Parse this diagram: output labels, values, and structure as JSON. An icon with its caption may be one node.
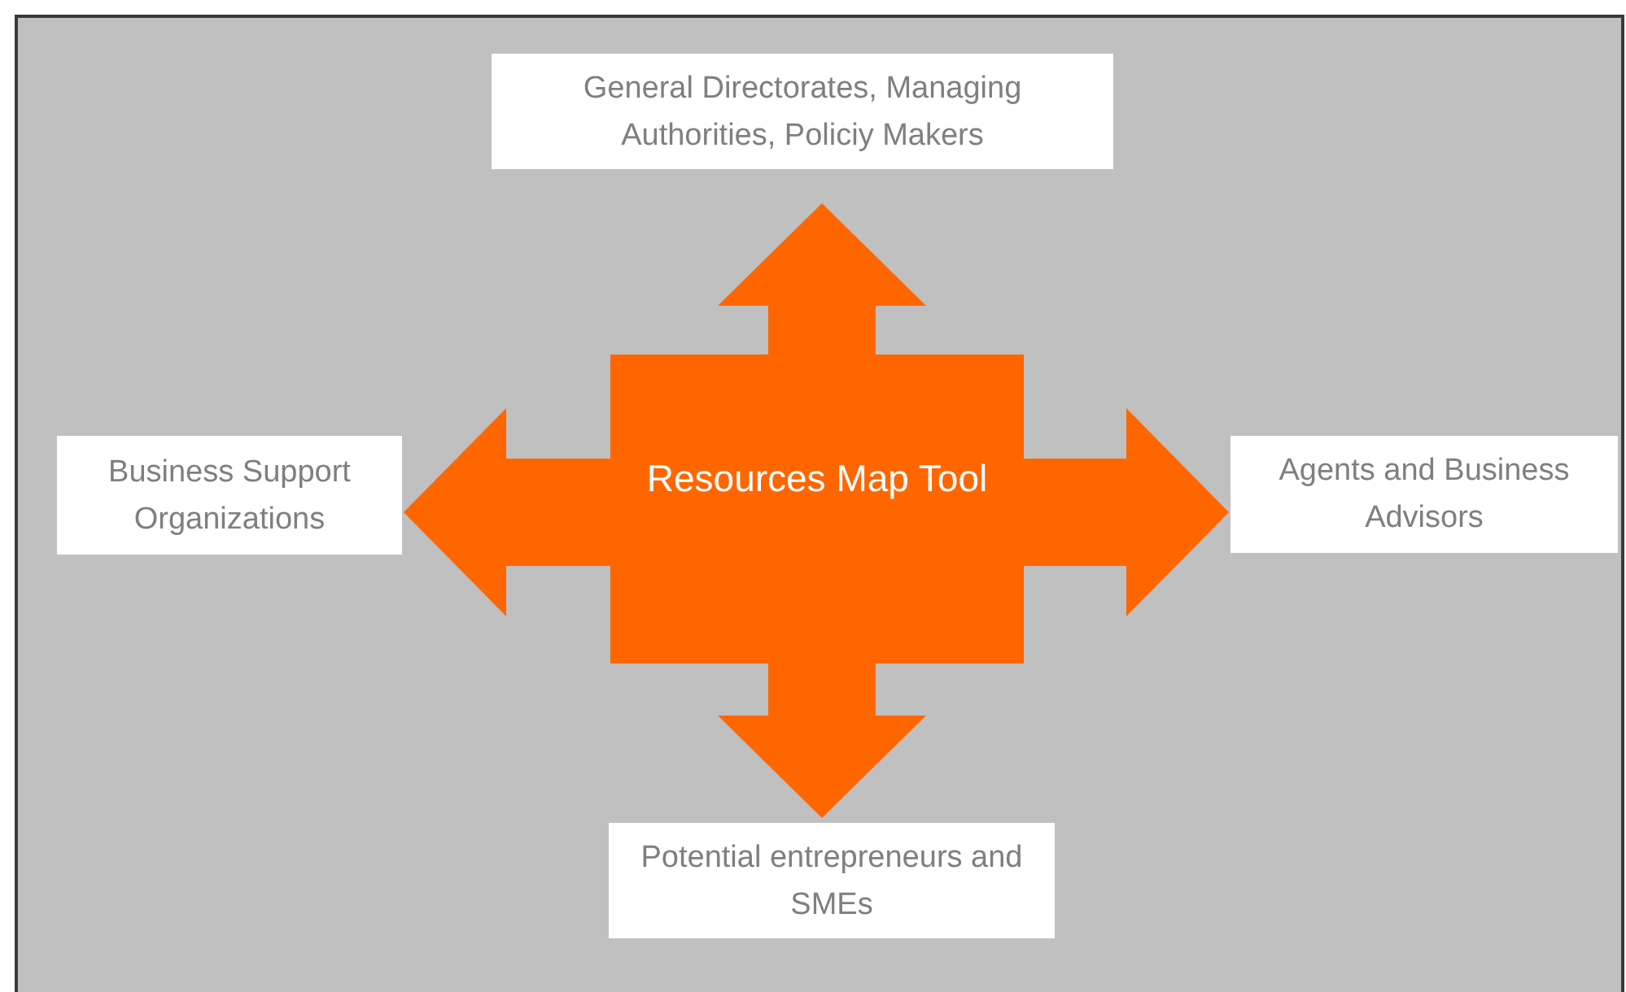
{
  "diagram": {
    "nodes": [
      {
        "text": [
          "General Directorates, Managing Authorities, Policiy Makers"
        ]
      },
      {
        "text": [
          "Business Support Organizations"
        ]
      },
      {
        "text": [
          "Resources Map Tool"
        ]
      },
      {
        "text": [
          "Agents and Business Advisors"
        ]
      },
      {
        "text": [
          "Potential entrepreneurs and SMEs"
        ]
      }
    ],
    "edges": [
      {
        "from": 2,
        "to": 0,
        "arrow": "to"
      },
      {
        "from": 2,
        "to": 1,
        "arrow": "to"
      },
      {
        "from": 2,
        "to": 3,
        "arrow": "to"
      },
      {
        "from": 2,
        "to": 4,
        "arrow": "to"
      }
    ]
  }
}
